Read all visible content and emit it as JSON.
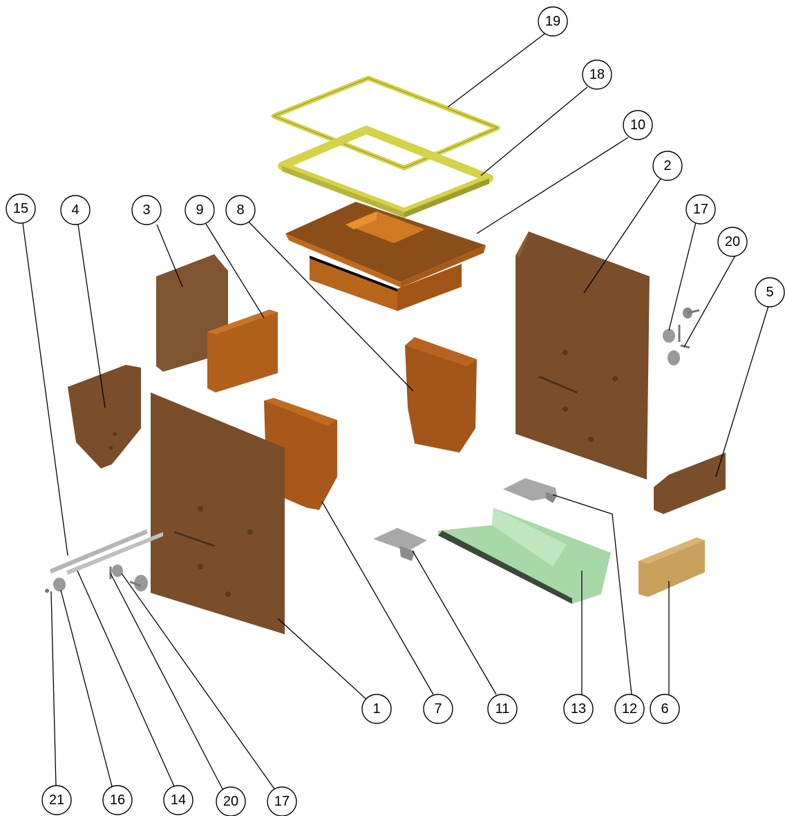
{
  "diagram": {
    "type": "exploded-assembly",
    "callouts": [
      "1",
      "2",
      "3",
      "4",
      "5",
      "6",
      "7",
      "8",
      "9",
      "10",
      "11",
      "12",
      "13",
      "14",
      "15",
      "16",
      "17",
      "17",
      "18",
      "19",
      "20",
      "20",
      "21"
    ]
  },
  "colors": {
    "wood_dark": "#7a4e2a",
    "wood_mid": "#8b5a30",
    "wood_orange": "#b0601a",
    "wood_light": "#c9a15c",
    "frame_yellow": "#d4d34a",
    "tray_green": "#a8d8a8",
    "metal": "#a8a8a8"
  },
  "labels": {
    "c19": "19",
    "c18": "18",
    "c10": "10",
    "c2": "2",
    "c17a": "17",
    "c20a": "20",
    "c5": "5",
    "c15": "15",
    "c4": "4",
    "c3": "3",
    "c9": "9",
    "c8": "8",
    "c1": "1",
    "c7": "7",
    "c11": "11",
    "c13": "13",
    "c12": "12",
    "c6": "6",
    "c21": "21",
    "c16": "16",
    "c14": "14",
    "c20b": "20",
    "c17b": "17"
  }
}
